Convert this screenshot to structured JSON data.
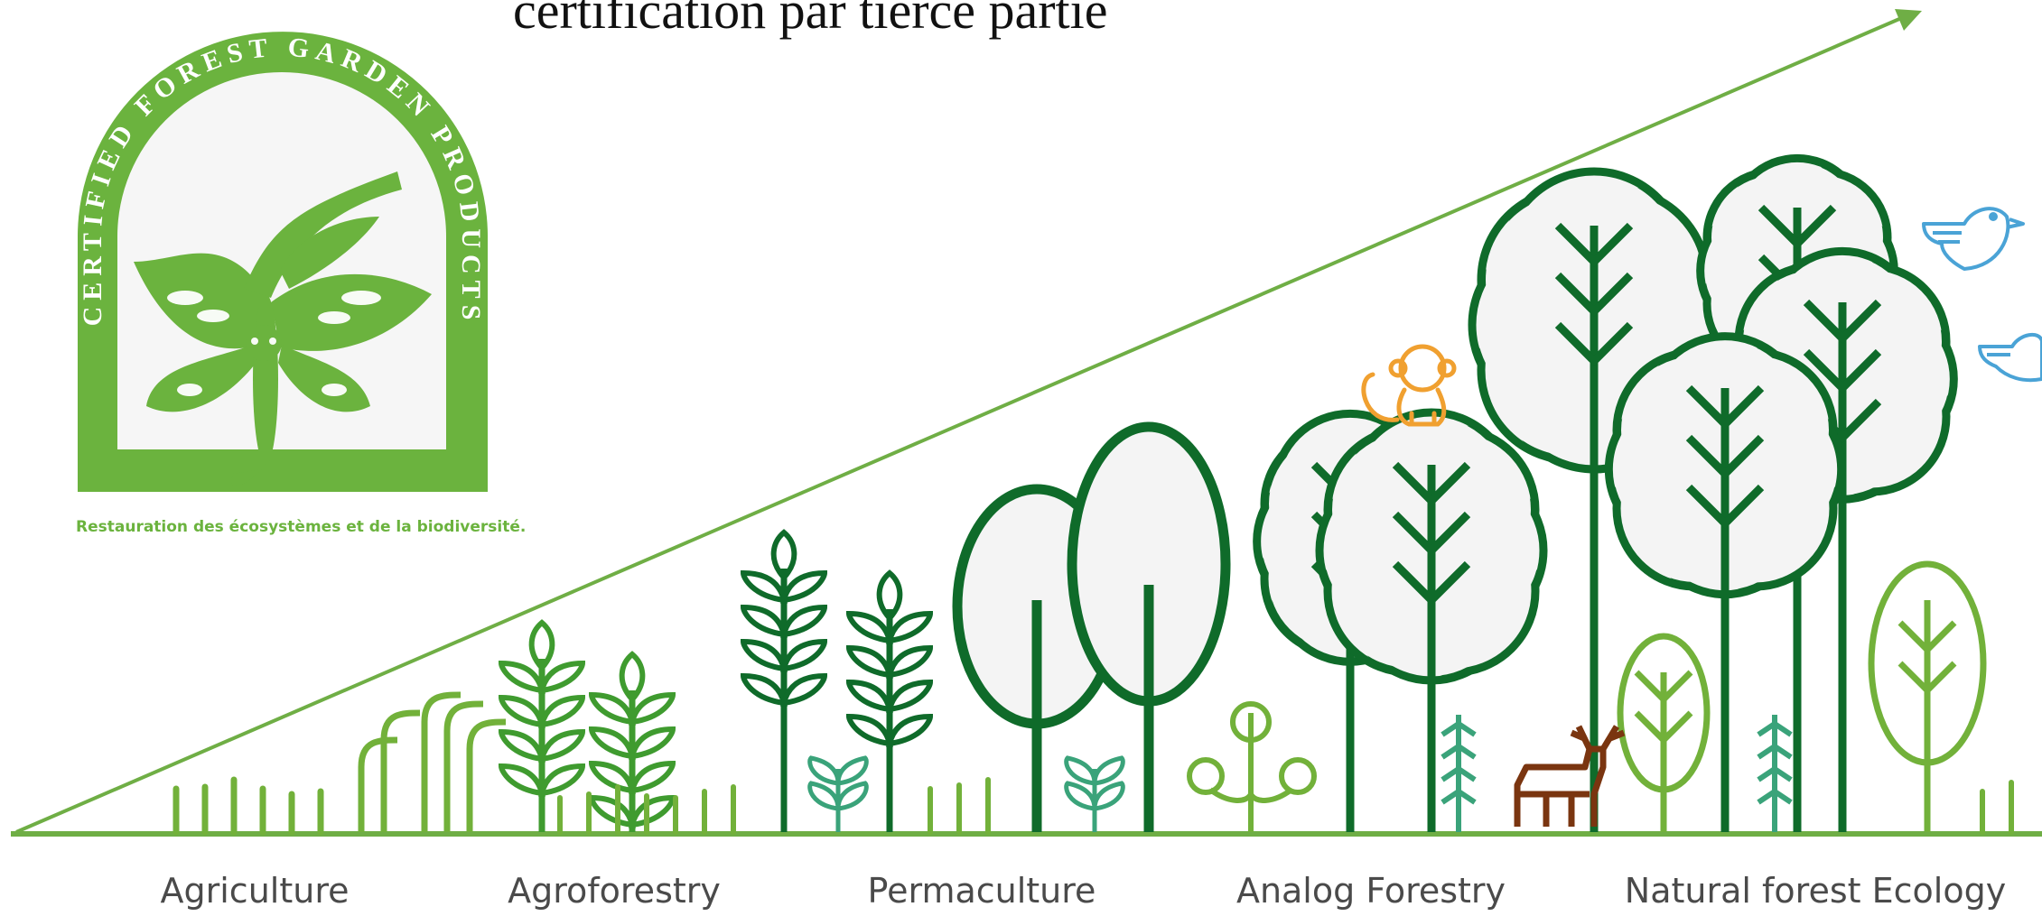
{
  "title": "certification par tierce partie",
  "badge": {
    "text_upper": "CERTIFIED FOREST GARDEN PRODUCTS",
    "tagline": "Restauration des écosystèmes et de la biodiversité."
  },
  "stages": [
    {
      "label": "Agriculture"
    },
    {
      "label": "Agroforestry"
    },
    {
      "label": "Permaculture"
    },
    {
      "label": "Analog Forestry"
    },
    {
      "label": "Natural forest Ecology"
    }
  ],
  "colors": {
    "dark_green": "#0f6b2a",
    "mid_green": "#3f9b2f",
    "light_green": "#72b13a",
    "badge_green": "#6bb33e",
    "teal": "#3aa37a",
    "monkey": "#f0a030",
    "deer": "#7a3510",
    "bird": "#4aa3d6"
  },
  "icons": [
    "monkey-icon",
    "deer-icon",
    "bird-icon",
    "butterfly-icon"
  ]
}
